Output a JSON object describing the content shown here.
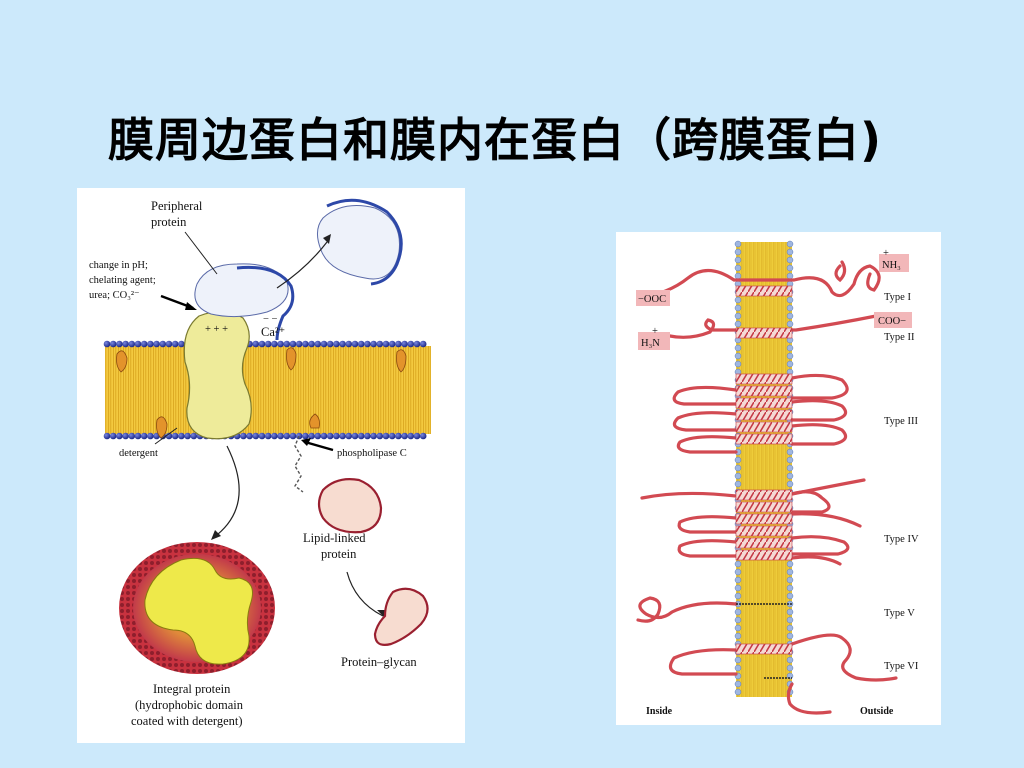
{
  "slide": {
    "title": "膜周边蛋白和膜内在蛋白（跨膜蛋白)"
  },
  "left_figure": {
    "peripheral_protein": [
      "Peripheral",
      "protein"
    ],
    "treatments": [
      "change in pH;",
      "chelating agent;",
      "urea; CO₃²⁻"
    ],
    "charges": "+ + +",
    "calcium_minus": "− −",
    "calcium": "Ca²⁺",
    "detergent": "detergent",
    "phospholipase": "phospholipase C",
    "lipid_linked": [
      "Lipid-linked",
      "protein"
    ],
    "protein_glycan": "Protein–glycan",
    "integral_protein": [
      "Integral protein",
      "(hydrophobic domain",
      "coated with detergent)"
    ]
  },
  "right_figure": {
    "nh3": "NH₃",
    "nh3_charge": "+",
    "ooc": "−OOC",
    "coo": "COO−",
    "h3n": "H₃N",
    "h3n_charge": "+",
    "types": [
      "Type I",
      "Type II",
      "Type III",
      "Type IV",
      "Type V",
      "Type VI"
    ],
    "inside": "Inside",
    "outside": "Outside"
  },
  "colors": {
    "background": "#cce9fb",
    "lipid_tail": "#f3c93f",
    "head_group": "#2c3a9c",
    "protein": "#f0ee9c",
    "helix": "#d9575e"
  }
}
